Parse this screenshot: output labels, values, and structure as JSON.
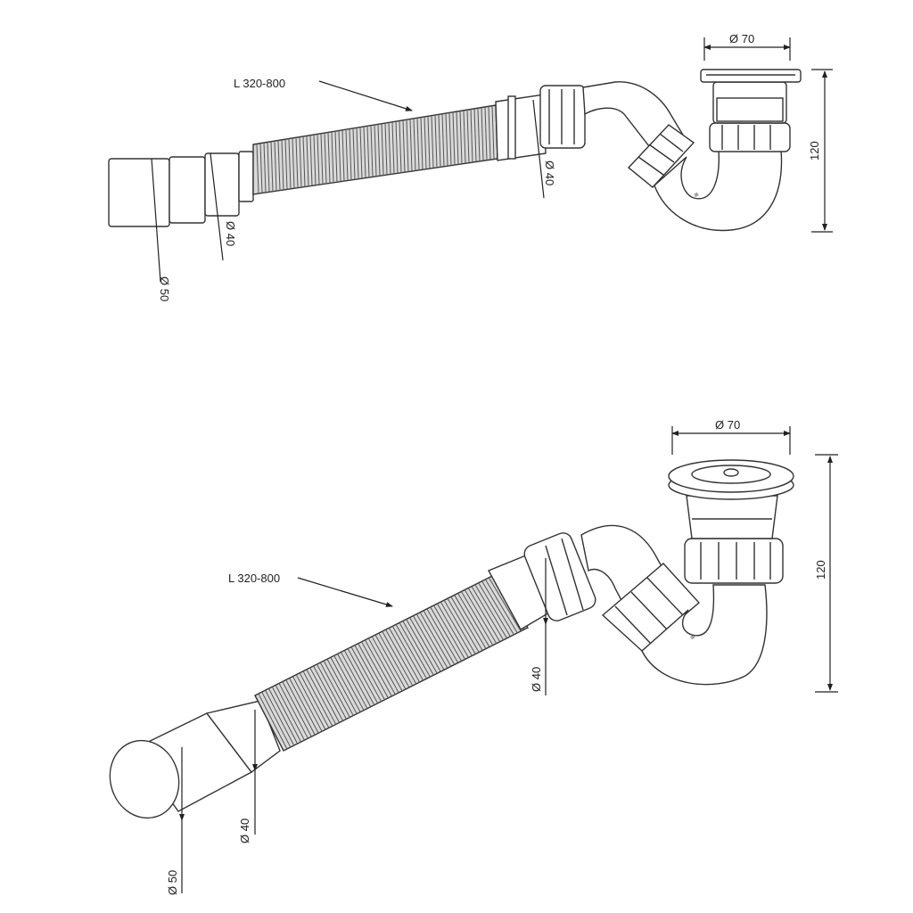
{
  "top_view": {
    "length_label": "L 320-800",
    "outlet_dia_label": "Ø 50",
    "tube_dia_label": "Ø 40",
    "inlet_dia_label": "Ø 40",
    "drain_dia_label": "Ø 70",
    "height_label": "120"
  },
  "bottom_view": {
    "length_label": "L 320-800",
    "outlet_dia_label": "Ø 50",
    "tube_dia_label": "Ø 40",
    "inlet_dia_label": "Ø 40",
    "drain_dia_label": "Ø 70",
    "height_label": "120"
  },
  "colors": {
    "line": "#333333",
    "fill": "#ffffff",
    "hose_fill": "#d9d9d9"
  }
}
